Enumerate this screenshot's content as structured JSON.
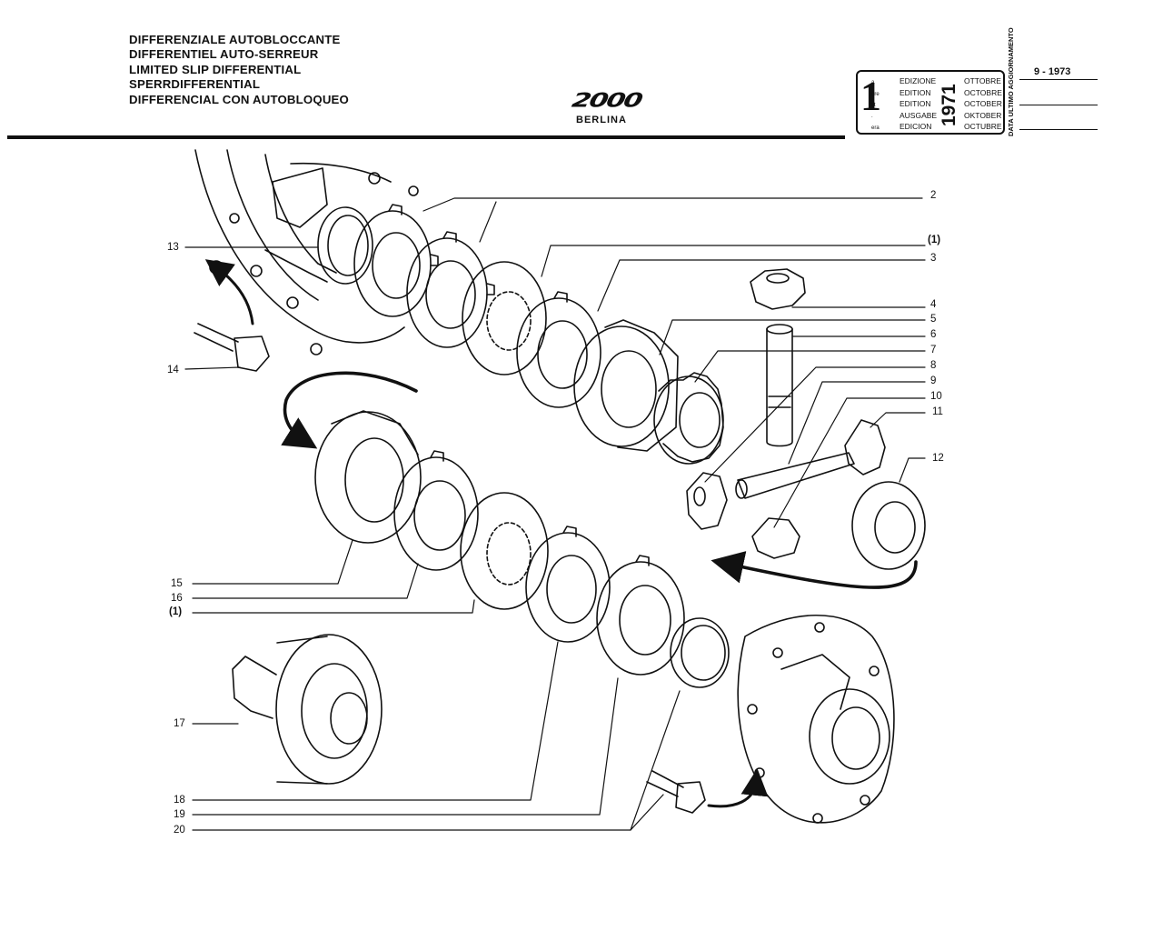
{
  "header": {
    "title_lines": [
      "DIFFERENZIALE AUTOBLOCCANTE",
      "DIFFERENTIEL AUTO-SERREUR",
      "LIMITED SLIP DIFFERENTIAL",
      "SPERRDIFFERENTIAL",
      "DIFFERENCIAL CON AUTOBLOQUEO"
    ],
    "brand_logo": "2000",
    "brand_subtitle": "BERLINA"
  },
  "edition": {
    "number": "1",
    "suffixes": [
      "a",
      "ère",
      "st",
      ".",
      "era"
    ],
    "words": [
      "EDIZIONE",
      "EDITION",
      "EDITION",
      "AUSGABE",
      "EDICION"
    ],
    "year": "1971",
    "months": [
      "OTTOBRE",
      "OCTOBRE",
      "OCTOBER",
      "OKTOBER",
      "OCTUBRE"
    ],
    "update_label": "DATA ULTIMO AGGIORNAMENTO",
    "update_date": "9 - 1973"
  },
  "callouts": {
    "c2": "2",
    "c1a": "(1)",
    "c3": "3",
    "c4": "4",
    "c5": "5",
    "c6": "6",
    "c7": "7",
    "c8": "8",
    "c9": "9",
    "c10": "10",
    "c11": "11",
    "c12": "12",
    "c13": "13",
    "c14": "14",
    "c15": "15",
    "c16": "16",
    "c1b": "(1)",
    "c17": "17",
    "c18": "18",
    "c19": "19",
    "c20": "20"
  }
}
